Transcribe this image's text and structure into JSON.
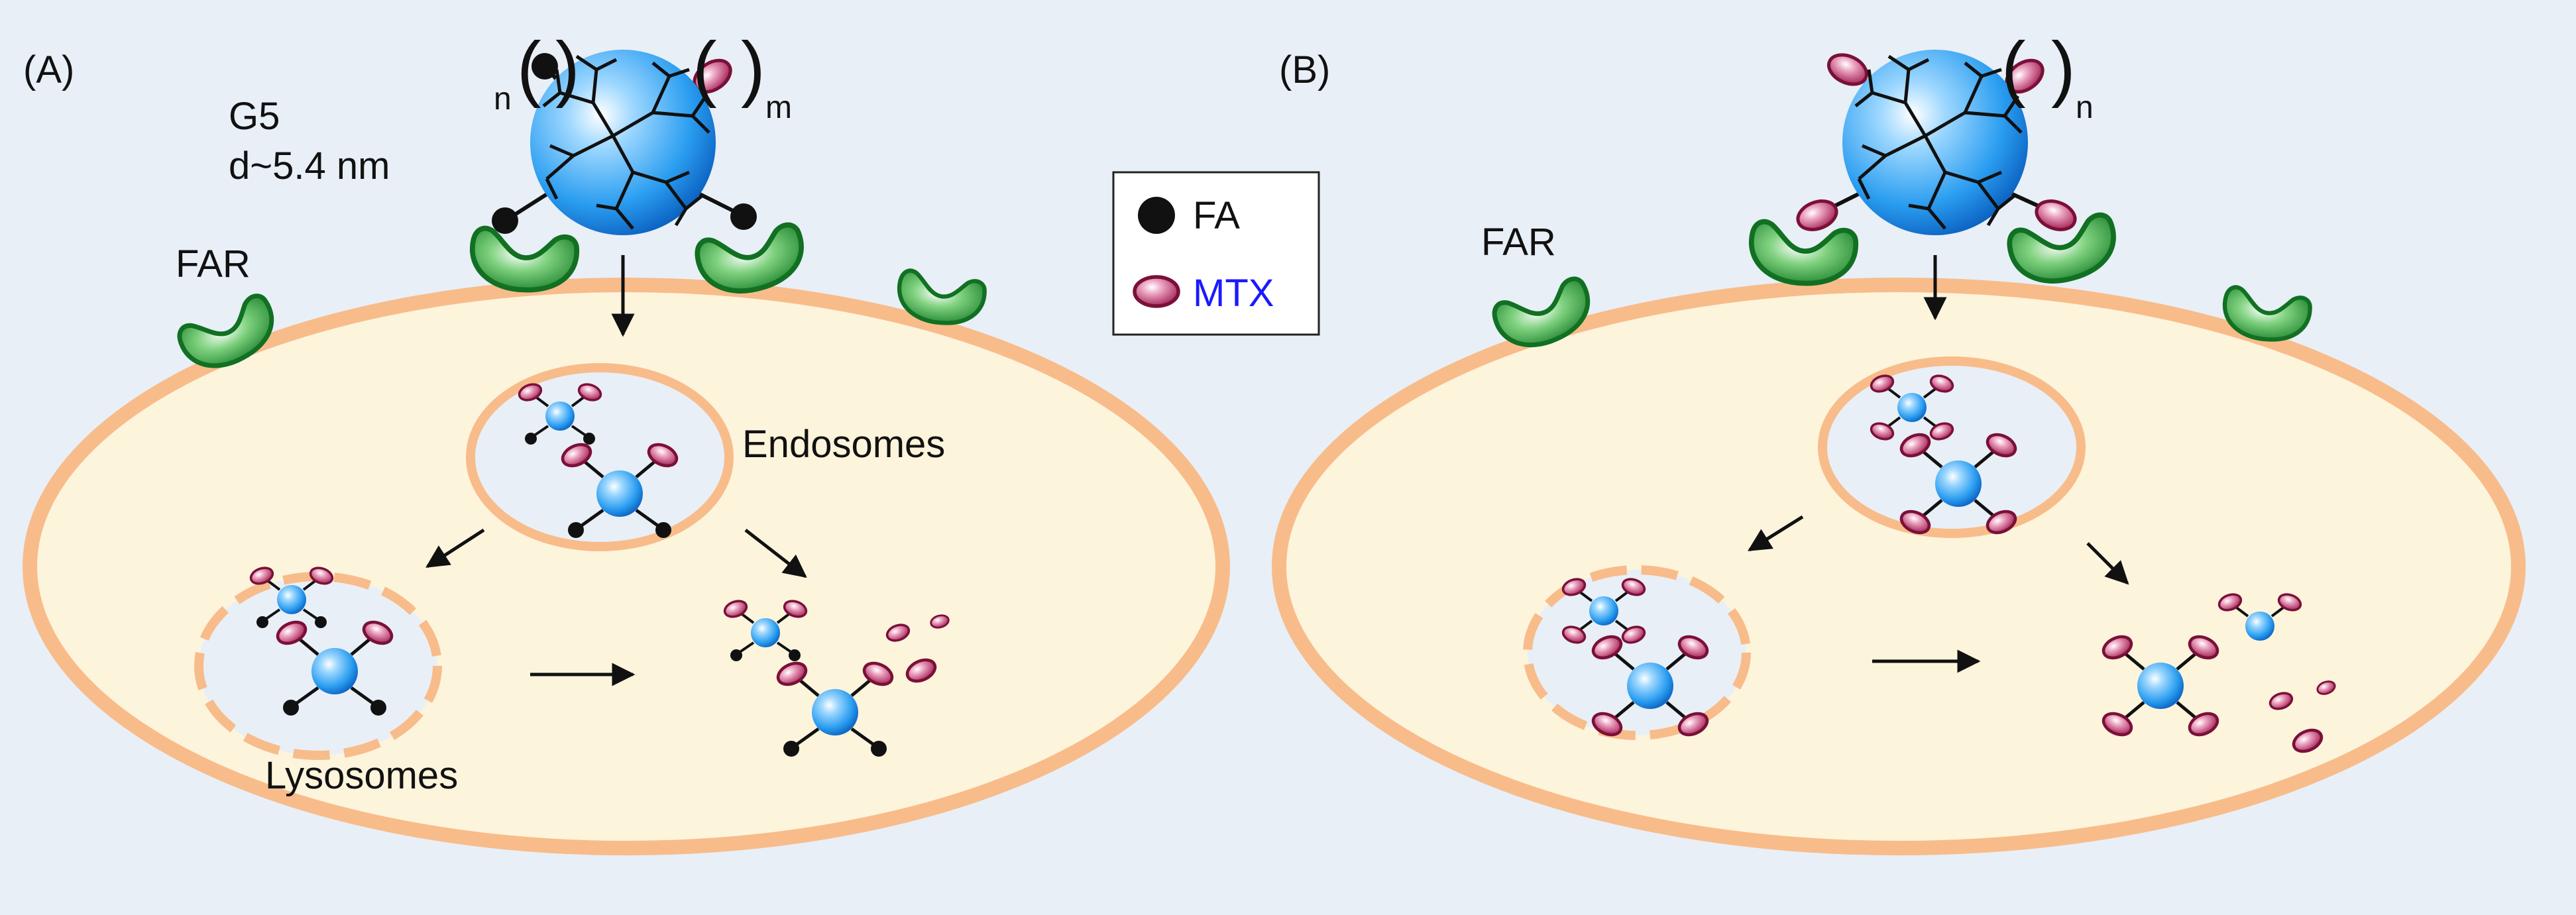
{
  "panels": [
    {
      "id": "A",
      "label": "(A)",
      "generation": "G5",
      "diameter": "d~5.4 nm",
      "receptor_label": "FAR",
      "subscript_left": "n",
      "subscript_right": "m",
      "endosome_label": "Endosomes",
      "lysosome_label": "Lysosomes"
    },
    {
      "id": "B",
      "label": "(B)",
      "receptor_label": "FAR",
      "subscript_right": "n"
    }
  ],
  "legend": {
    "items": [
      {
        "label": "FA",
        "symbol": "black-dot-icon",
        "color": "#111111"
      },
      {
        "label": "MTX",
        "symbol": "pink-oval-icon",
        "color": "#1a1aff"
      }
    ]
  },
  "colors": {
    "background": "#e8eff7",
    "cell_fill": "#fdf4dc",
    "membrane": "#f8bc8a",
    "receptor": "#1a8a2a",
    "dendrimer": "#2a9df0",
    "mtx": "#c0306a"
  }
}
